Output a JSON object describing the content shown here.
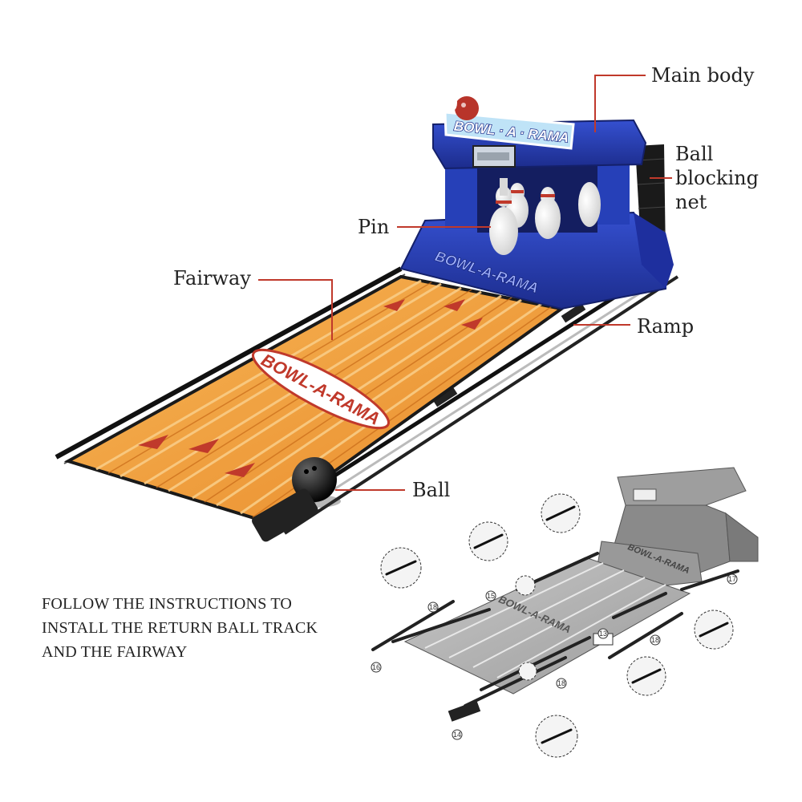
{
  "brand": {
    "logo_text": "BOWL-A-RAMA",
    "sign_text": "BOWL · A · RAMA",
    "lane_text": "BOWL-A-RAMA",
    "machine_text": "BOWL-A-RAMA"
  },
  "labels": {
    "main_body": "Main body",
    "ball_blocking_net": [
      "Ball",
      "blocking",
      "net"
    ],
    "pin": "Pin",
    "fairway": "Fairway",
    "ramp": "Ramp",
    "ball": "Ball"
  },
  "instructions": [
    "FOLLOW THE INSTRUCTIONS TO",
    "INSTALL THE RETURN BALL TRACK",
    "AND THE FAIRWAY"
  ],
  "part_numbers": [
    "14",
    "15",
    "16",
    "17",
    "18",
    "18",
    "18",
    "13"
  ],
  "colors": {
    "machine_blue": "#2a3fb0",
    "lane_orange": "#f0a040",
    "leader_red": "#c0392b",
    "rail_black": "#1a1a1a"
  }
}
